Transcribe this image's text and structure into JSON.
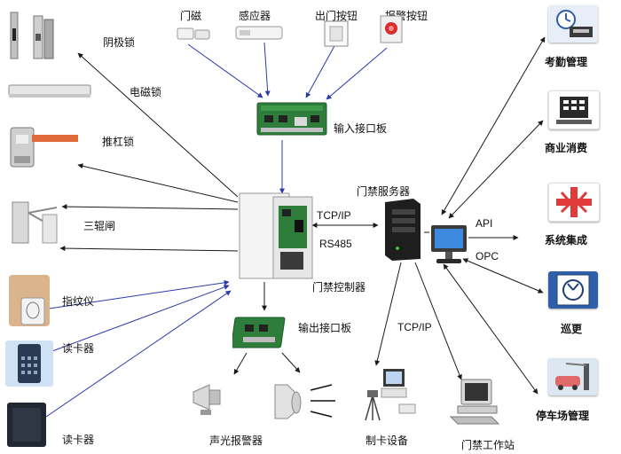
{
  "inputs": {
    "door_sensor": "门磁",
    "sensor": "感应器",
    "exit_button": "出门按钮",
    "alarm_button": "报警按钮",
    "input_board": "输入接口板"
  },
  "locks": {
    "yin_lock": "阴极锁",
    "magnetic_lock": "电磁锁",
    "push_bar_lock": "推杠锁",
    "tripod_gate": "三辊闸"
  },
  "readers": {
    "fingerprint": "指纹仪",
    "card_reader_1": "读卡器",
    "card_reader_2": "读卡器"
  },
  "center": {
    "controller": "门禁控制器",
    "output_board": "输出接口板",
    "alarm": "声光报警器",
    "tcpip_top": "TCP/IP",
    "rs485": "RS485",
    "tcpip_lower": "TCP/IP"
  },
  "server_side": {
    "server": "门禁服务器",
    "api": "API",
    "opc": "OPC",
    "card_device": "制卡设备",
    "workstation": "门禁工作站"
  },
  "right_column": {
    "attendance": "考勤管理",
    "consumption": "商业消费",
    "integration": "系统集成",
    "patrol": "巡更",
    "parking": "停车场管理"
  },
  "colors": {
    "arrow": "#1a1a1a",
    "arrow_blue": "#2b3aa8",
    "tile_blue": "#2f5fa8",
    "cross_red": "#e03a3a"
  }
}
